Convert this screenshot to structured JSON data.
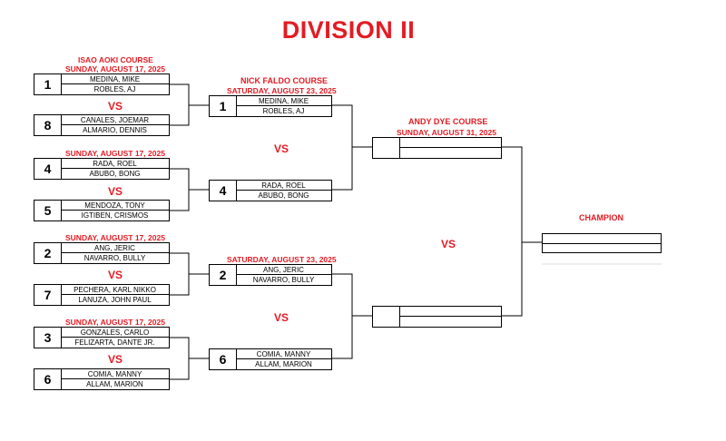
{
  "title": "DIVISION II",
  "vs_label": "VS",
  "champion_label": "CHAMPION",
  "round1": {
    "course": "ISAO AOKI COURSE",
    "dates": [
      "SUNDAY, AUGUST 17, 2025",
      "SUNDAY, AUGUST 17, 2025",
      "SUNDAY, AUGUST 17, 2025",
      "SUNDAY, AUGUST 17, 2025"
    ],
    "entries": [
      {
        "seed": "1",
        "p1": "MEDINA, MIKE",
        "p2": "ROBLES, AJ"
      },
      {
        "seed": "8",
        "p1": "CANALES, JOEMAR",
        "p2": "ALMARIO, DENNIS"
      },
      {
        "seed": "4",
        "p1": "RADA, ROEL",
        "p2": "ABUBO, BONG"
      },
      {
        "seed": "5",
        "p1": "MENDOZA, TONY",
        "p2": "IGTIBEN, CRISMOS"
      },
      {
        "seed": "2",
        "p1": "ANG, JERIC",
        "p2": "NAVARRO, BULLY"
      },
      {
        "seed": "7",
        "p1": "PECHERA, KARL NIKKO",
        "p2": "LANUZA, JOHN PAUL"
      },
      {
        "seed": "3",
        "p1": "GONZALES, CARLO",
        "p2": "FELIZARTA, DANTE JR."
      },
      {
        "seed": "6",
        "p1": "COMIA, MANNY",
        "p2": "ALLAM, MARION"
      }
    ]
  },
  "round2": {
    "course": "NICK FALDO COURSE",
    "dates": [
      "SATURDAY, AUGUST 23, 2025",
      "SATURDAY, AUGUST 23, 2025"
    ],
    "entries": [
      {
        "seed": "1",
        "p1": "MEDINA, MIKE",
        "p2": "ROBLES, AJ"
      },
      {
        "seed": "4",
        "p1": "RADA, ROEL",
        "p2": "ABUBO, BONG"
      },
      {
        "seed": "2",
        "p1": "ANG, JERIC",
        "p2": "NAVARRO, BULLY"
      },
      {
        "seed": "6",
        "p1": "COMIA, MANNY",
        "p2": "ALLAM, MARION"
      }
    ]
  },
  "round3": {
    "course": "ANDY DYE COURSE",
    "date": "SUNDAY, AUGUST 31, 2025"
  }
}
